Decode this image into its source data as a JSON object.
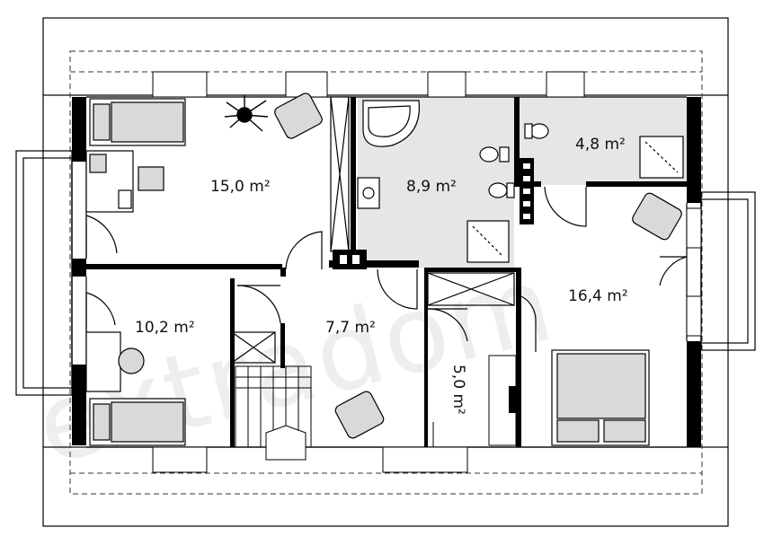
{
  "watermark": "extradom",
  "rooms": [
    {
      "id": "bedroom-nw",
      "label": "15,0 m²"
    },
    {
      "id": "bathroom",
      "label": "8,9 m²"
    },
    {
      "id": "wc",
      "label": "4,8 m²"
    },
    {
      "id": "bedroom-sw",
      "label": "10,2 m²"
    },
    {
      "id": "hall",
      "label": "7,7 m²"
    },
    {
      "id": "storage",
      "label": "5,0 m²"
    },
    {
      "id": "bedroom-se",
      "label": "16,4 m²"
    }
  ],
  "colors": {
    "wall": "#000000",
    "fixture": "#d9d9d9",
    "bathroom-floor": "#e6e6e6",
    "watermark": "#eeeeee"
  }
}
